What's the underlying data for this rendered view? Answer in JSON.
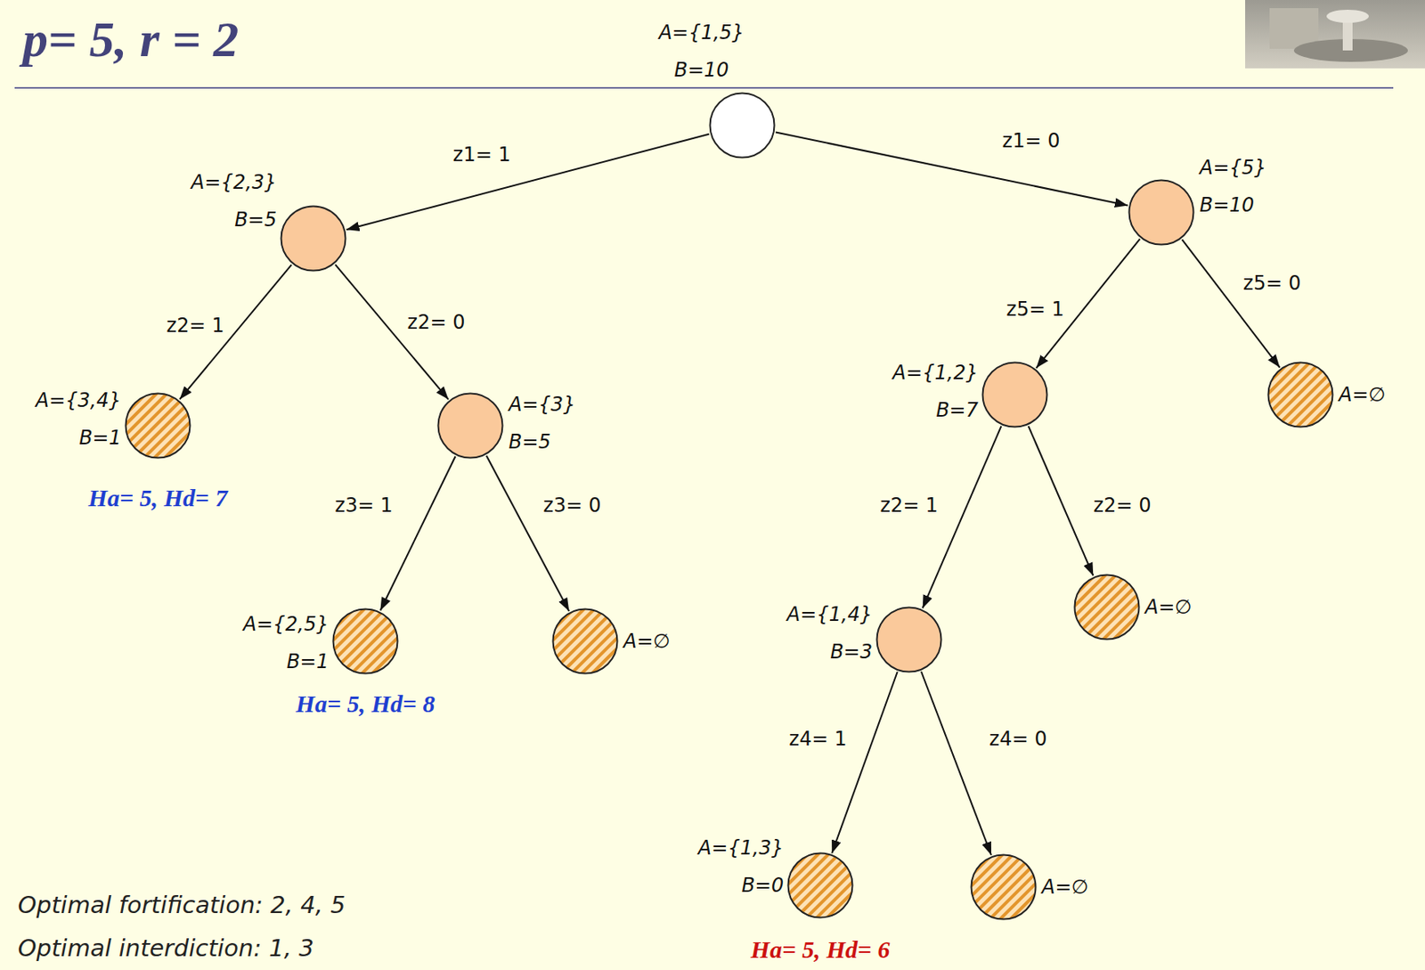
{
  "diagram": {
    "title": "p= 5, r = 2",
    "nodes": [
      {
        "text": [
          "A={1,5}",
          "B=10"
        ]
      },
      {
        "text": [
          "A={2,3}",
          "B=5"
        ]
      },
      {
        "text": [
          "A={5}",
          "B=10"
        ]
      },
      {
        "text": [
          "A={3,4}",
          "B=1",
          "Ha= 5, Hd= 7"
        ]
      },
      {
        "text": [
          "A={3}",
          "B=5"
        ]
      },
      {
        "text": [
          "A={1,2}",
          "B=7"
        ]
      },
      {
        "text": [
          "A=∅"
        ]
      },
      {
        "text": [
          "A={2,5}",
          "B=1",
          "Ha= 5, Hd= 8"
        ]
      },
      {
        "text": [
          "A=∅"
        ]
      },
      {
        "text": [
          "A={1,4}",
          "B=3"
        ]
      },
      {
        "text": [
          "A=∅"
        ]
      },
      {
        "text": [
          "A={1,3}",
          "B=0",
          "Ha= 5, Hd= 6"
        ]
      },
      {
        "text": [
          "A=∅"
        ]
      }
    ],
    "edges": [
      {
        "from": 0,
        "to": 1,
        "label": "z1= 1",
        "arrow": "to"
      },
      {
        "from": 0,
        "to": 2,
        "label": "z1= 0",
        "arrow": "to"
      },
      {
        "from": 1,
        "to": 3,
        "label": "z2= 1",
        "arrow": "to"
      },
      {
        "from": 1,
        "to": 4,
        "label": "z2= 0",
        "arrow": "to"
      },
      {
        "from": 2,
        "to": 5,
        "label": "z5= 1",
        "arrow": "to"
      },
      {
        "from": 2,
        "to": 6,
        "label": "z5= 0",
        "arrow": "to"
      },
      {
        "from": 4,
        "to": 7,
        "label": "z3= 1",
        "arrow": "to"
      },
      {
        "from": 4,
        "to": 8,
        "label": "z3= 0",
        "arrow": "to"
      },
      {
        "from": 5,
        "to": 9,
        "label": "z2= 1",
        "arrow": "to"
      },
      {
        "from": 5,
        "to": 10,
        "label": "z2= 0",
        "arrow": "to"
      },
      {
        "from": 9,
        "to": 11,
        "label": "z4= 1",
        "arrow": "to"
      },
      {
        "from": 9,
        "to": 12,
        "label": "z4= 0",
        "arrow": "to"
      }
    ],
    "labels": [
      "Optimal fortification: 2, 4, 5",
      "Optimal interdiction: 1, 3"
    ]
  }
}
